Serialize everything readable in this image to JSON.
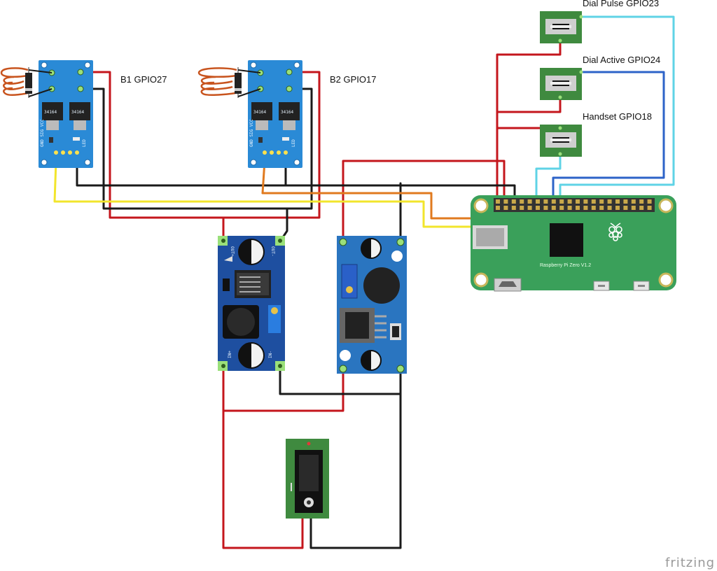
{
  "labels": {
    "b1": "B1 GPIO27",
    "b2": "B2 GPIO17",
    "dial_pulse": "Dial Pulse GPIO23",
    "dial_active": "Dial Active GPIO24",
    "handset": "Handset GPIO18"
  },
  "chips": {
    "mosfet_a": "34164",
    "mosfet_b": "34164"
  },
  "pins": {
    "driver_left": "GND SIG VCC",
    "driver_right": "LED",
    "buck_out_plus": "OUT+",
    "buck_out_minus": "OUT-",
    "buck_in_plus": "IN+",
    "buck_in_minus": "IN-"
  },
  "pi": {
    "board_name": "Raspberry Pi Zero V1.2"
  },
  "watermark": "fritzing",
  "colors": {
    "wire_red": "#c4161c",
    "wire_black": "#1a1a1a",
    "wire_yellow": "#f2e52c",
    "wire_orange": "#e07a1f",
    "wire_cyan": "#5fd3e6",
    "wire_blue": "#2d63c8",
    "driver_board": "#2a8ad6",
    "buck_board": "#1e4fa0",
    "pi_board": "#3aa05a",
    "button_board": "#3f8a3f",
    "coil": "#c8541e"
  }
}
